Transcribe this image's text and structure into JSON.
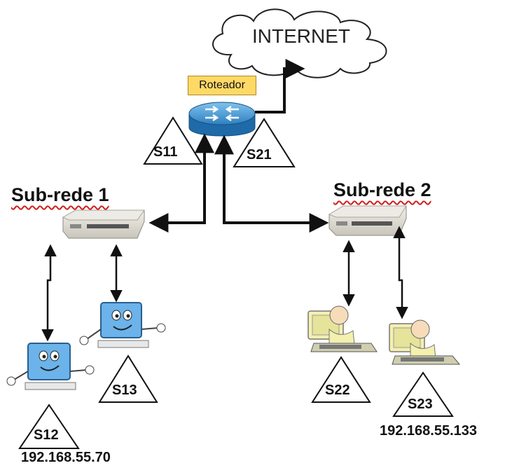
{
  "cloud": {
    "label": "INTERNET"
  },
  "router": {
    "label": "Roteador"
  },
  "subnets": [
    {
      "title": "Sub-rede 1"
    },
    {
      "title": "Sub-rede 2"
    }
  ],
  "segments": {
    "s11": "S11",
    "s21": "S21",
    "s12": "S12",
    "s13": "S13",
    "s22": "S22",
    "s23": "S23"
  },
  "hosts": {
    "s12_ip": "192.168.55.70",
    "s23_ip": "192.168.55.133"
  },
  "icons": {
    "cloud": "cloud-icon",
    "router": "router-icon",
    "switch": "switch-icon",
    "host_cartoon": "computer-character-icon",
    "host_person": "computer-person-icon"
  },
  "colors": {
    "router_blue": "#2f7fbf",
    "label_yellow": "#ffd966",
    "screen_blue": "#5aaee8",
    "screen_yellow": "#f3f0b0",
    "line": "#111111"
  }
}
